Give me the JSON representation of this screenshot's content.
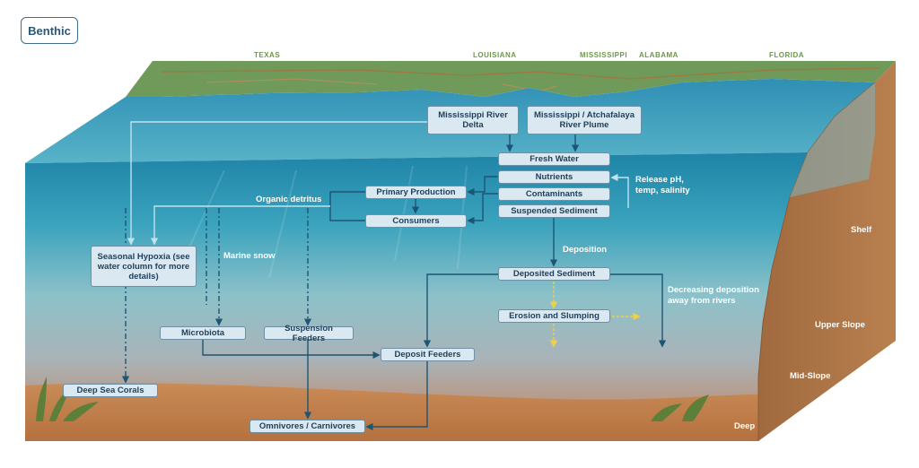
{
  "title": "Benthic",
  "states": [
    "TEXAS",
    "LOUISIANA",
    "MISSISSIPPI",
    "ALABAMA",
    "FLORIDA"
  ],
  "boxes": {
    "mississippi_delta": "Mississippi River Delta",
    "atchafalaya_plume": "Mississippi / Atchafalaya River Plume",
    "fresh_water": "Fresh Water",
    "nutrients": "Nutrients",
    "contaminants": "Contaminants",
    "suspended_sediment": "Suspended Sediment",
    "primary_production": "Primary Production",
    "consumers": "Consumers",
    "seasonal_hypoxia": "Seasonal Hypoxia (see water column for more details)",
    "deposited_sediment": "Deposited Sediment",
    "erosion_slumping": "Erosion and Slumping",
    "microbiota": "Microbiota",
    "suspension_feeders": "Suspension Feeders",
    "deposit_feeders": "Deposit Feeders",
    "deep_sea_corals": "Deep Sea Corals",
    "omnivores_carnivores": "Omnivores / Carnivores"
  },
  "labels": {
    "release": "Release pH, temp, salinity",
    "organic_detritus": "Organic detritus",
    "marine_snow": "Marine snow",
    "deposition": "Deposition",
    "decreasing": "Decreasing deposition away from rivers"
  },
  "zones": {
    "shelf": "Shelf",
    "upper_slope": "Upper Slope",
    "mid_slope": "Mid-Slope",
    "deep": "Deep"
  },
  "colors": {
    "arrow": "#1d5573",
    "arrow_light": "#bfe3ea",
    "erosion_arrow": "#f0d048",
    "box_fill": "#d9e8f1"
  }
}
